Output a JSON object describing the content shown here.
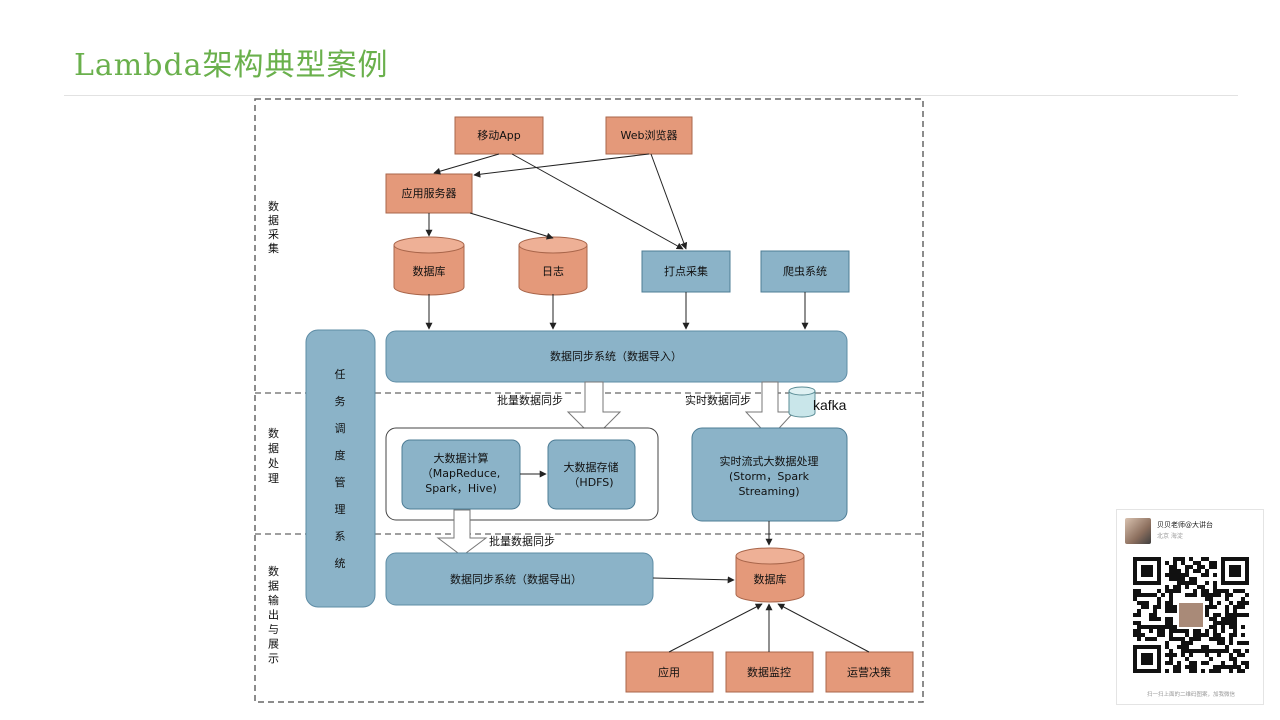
{
  "slide": {
    "title": "Lambda架构典型案例"
  },
  "sections": {
    "collect": "数据采集",
    "process": "数据处理",
    "output": "数据输出与展示"
  },
  "scheduler": "任务调度管理系统",
  "nodes": {
    "mobile_app": "移动App",
    "web_browser": "Web浏览器",
    "app_server": "应用服务器",
    "database": "数据库",
    "log": "日志",
    "tracking": "打点采集",
    "crawler": "爬虫系统",
    "sync_import": "数据同步系统（数据导入）",
    "batch_sync": "批量数据同步",
    "realtime_sync": "实时数据同步",
    "kafka": "kafka",
    "bigdata_compute": [
      "大数据计算",
      "（MapReduce,",
      "Spark，Hive)"
    ],
    "bigdata_storage": [
      "大数据存储",
      "（HDFS)"
    ],
    "stream_process": [
      "实时流式大数据处理",
      "(Storm，Spark",
      "Streaming)"
    ],
    "batch_sync_out": "批量数据同步",
    "sync_export": "数据同步系统（数据导出）",
    "output_db": "数据库",
    "app": "应用",
    "monitor": "数据监控",
    "ops": "运营决策"
  },
  "colors": {
    "salmon": "#e4997a",
    "blue": "#8bb3c8",
    "title_green": "#6ab04c"
  },
  "qr_card": {
    "name": "贝贝老师@大讲台",
    "location": "北京 海淀",
    "caption": "扫一扫上面的二维码图案，加我微信"
  }
}
